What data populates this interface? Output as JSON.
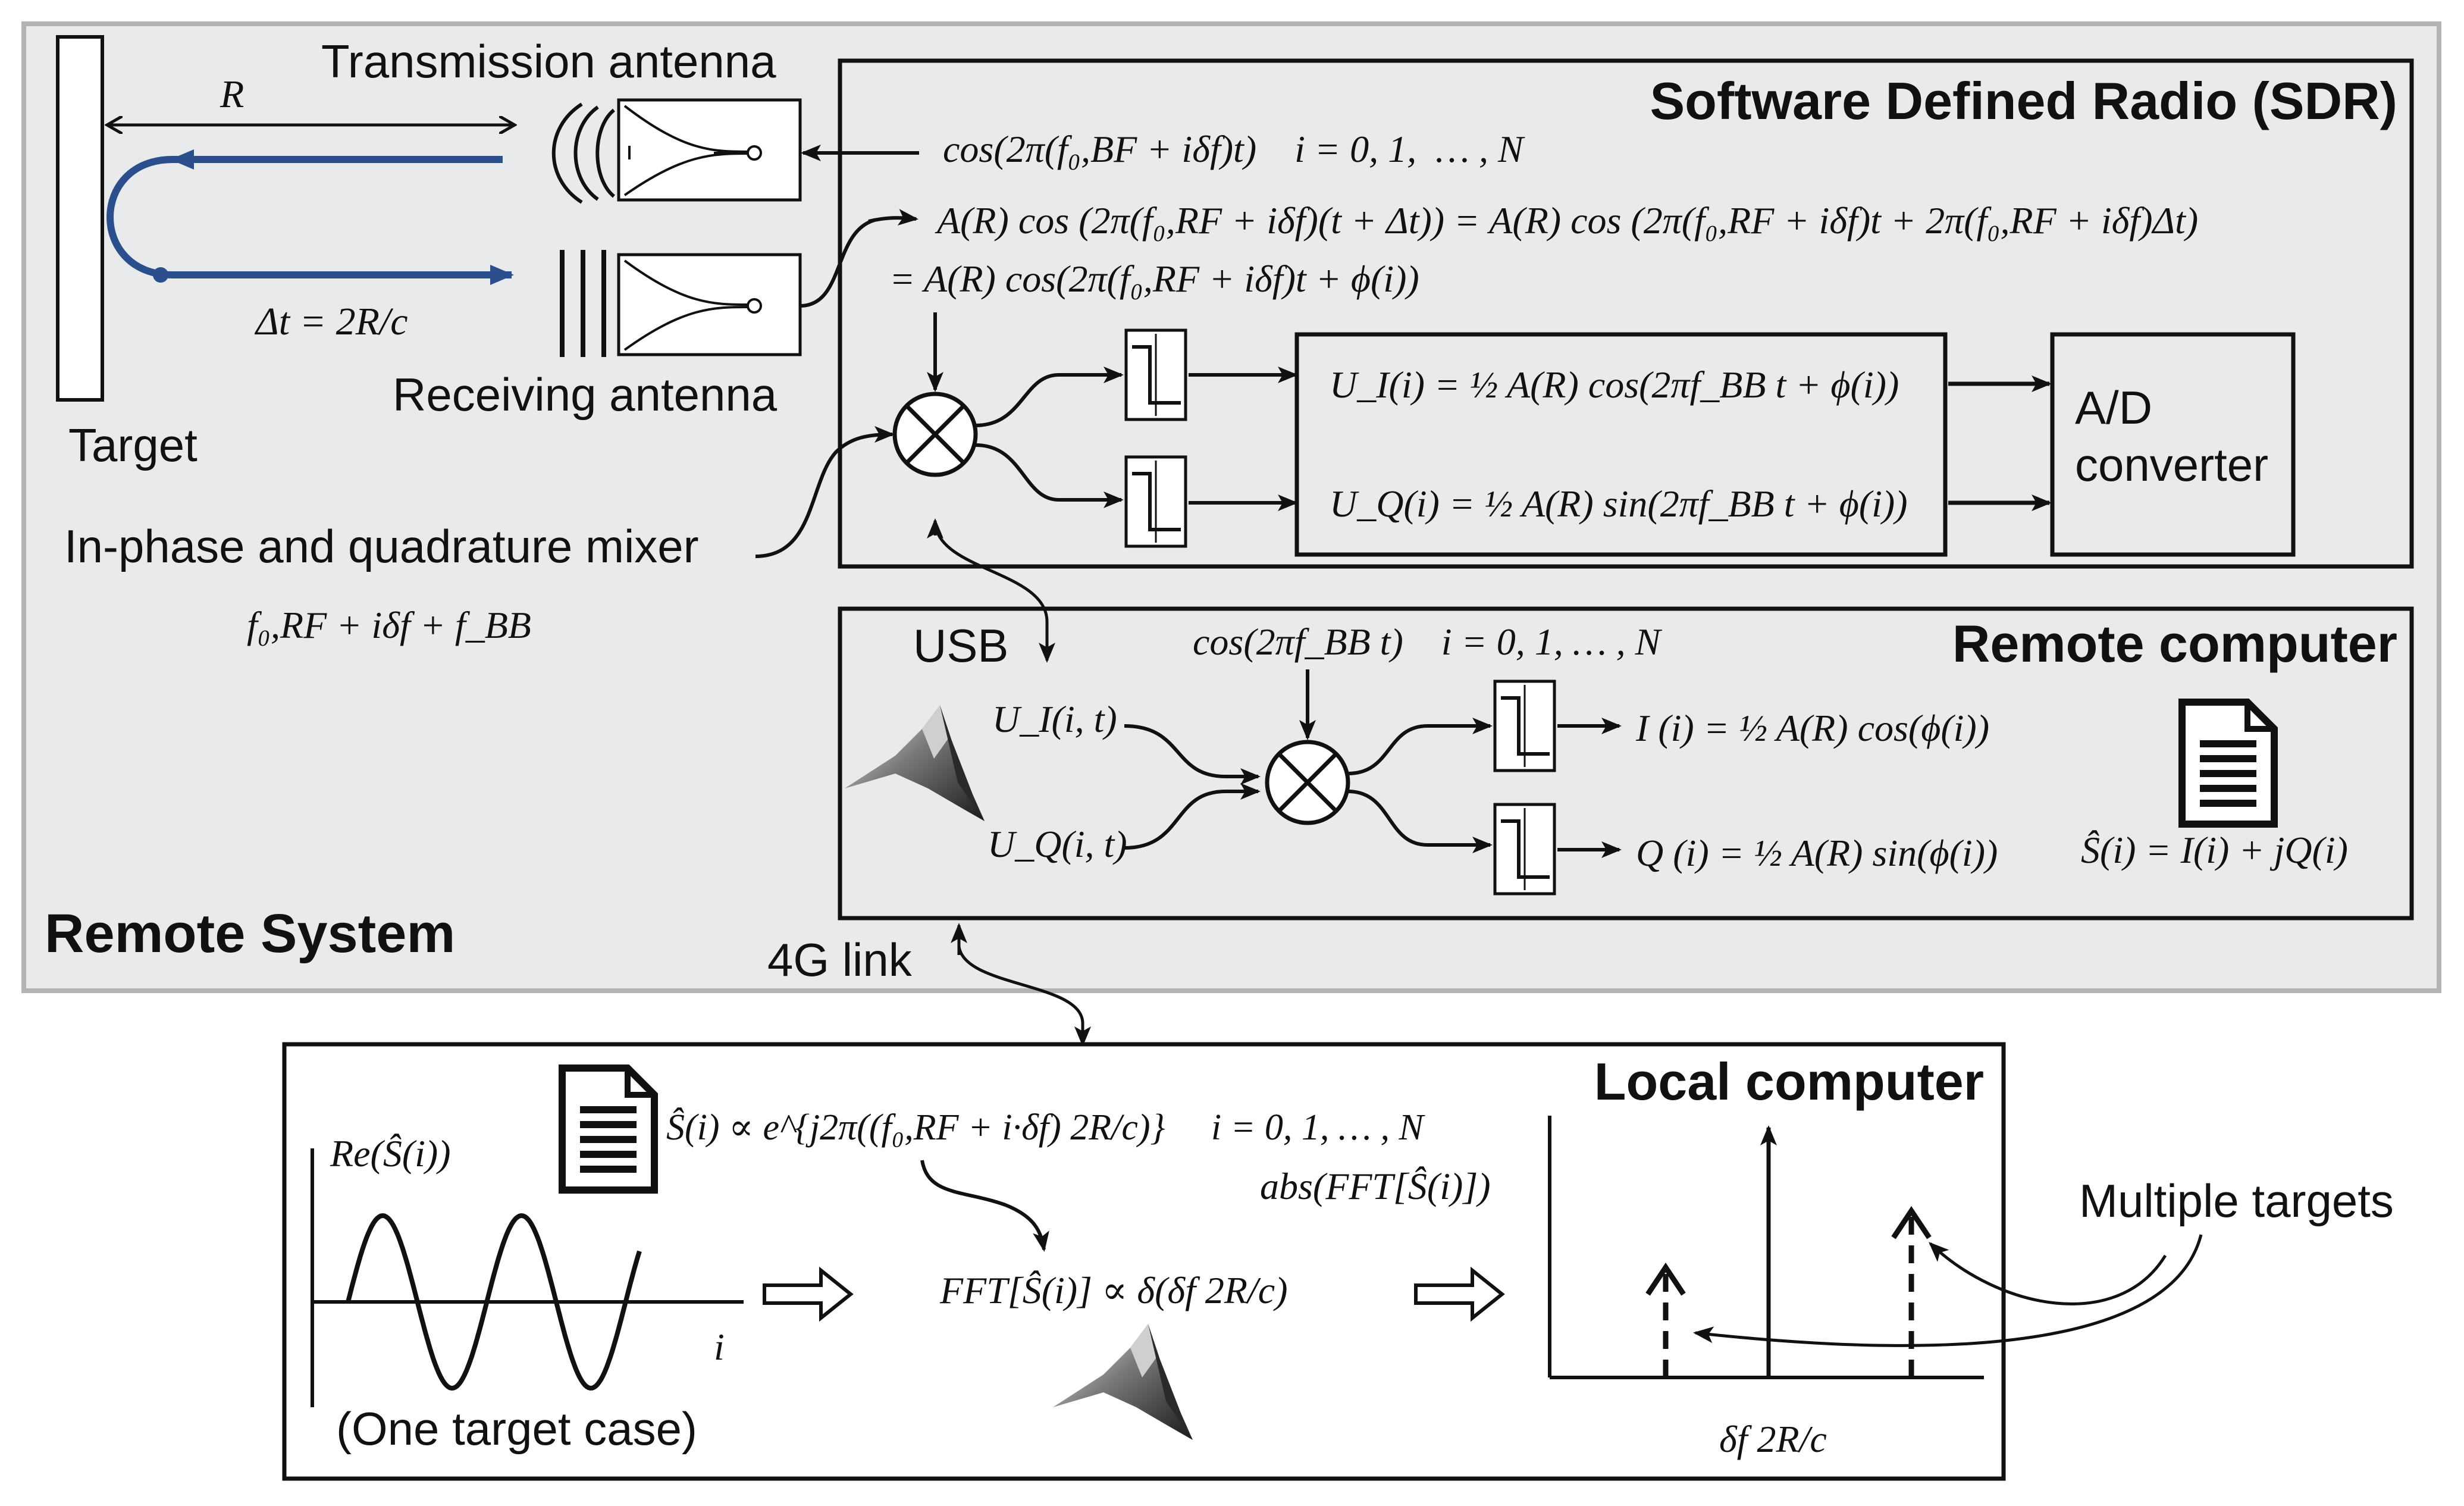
{
  "colors": {
    "remote_bg": "#e9eaec",
    "remote_border": "#b3b3b3",
    "box_border": "#111111",
    "wave_arrow": "#2b4f8c",
    "text": "#111111",
    "white": "#ffffff"
  },
  "icons": {
    "matlab": "matlab-peaks-icon",
    "document": "document-icon",
    "mixer": "mixer-cross-icon",
    "filter": "lowpass-filter-icon",
    "hollow_arrow": "hollow-arrow-icon"
  },
  "remote_system": {
    "label": "Remote System",
    "target_label": "Target",
    "R_label": "R",
    "delta_t_label": "Δt = 2R/c",
    "tx_antenna_label": "Transmission antenna",
    "rx_antenna_label": "Receiving antenna",
    "mixer_label": "In-phase and quadrature mixer",
    "lo_freq_label": "f₀,RF + iδf + f_BB",
    "link_label": "4G link"
  },
  "sdr": {
    "title": "Software Defined Radio (SDR)",
    "tx_signal": "cos(2π(f₀,BF + iδf)t)    i = 0, 1,  … , N",
    "rx_eq_line1": "A(R) cos (2π(f₀,RF + iδf)(t + Δt)) = A(R) cos (2π(f₀,RF + iδf)t + 2π(f₀,RF + iδf)Δt)",
    "rx_eq_line2": "= A(R) cos(2π(f₀,RF + iδf)t + ϕ(i))",
    "ui_eq": "U_I(i) = ½ A(R) cos(2πf_BB t + ϕ(i))",
    "uq_eq": "U_Q(i) = ½ A(R) sin(2πf_BB t + ϕ(i))",
    "adc_line1": "A/D",
    "adc_line2": "converter"
  },
  "remote_computer": {
    "title": "Remote computer",
    "usb_label": "USB",
    "lo_signal": "cos(2πf_BB t)    i = 0, 1, … , N",
    "ui_input": "U_I(i, t)",
    "uq_input": "U_Q(i, t)",
    "i_eq": "I (i) = ½ A(R) cos(ϕ(i))",
    "q_eq": "Q (i) = ½ A(R) sin(ϕ(i))",
    "s_eq": "Ŝ(i) = I(i) + jQ(i)"
  },
  "local_computer": {
    "title": "Local computer",
    "s_prop": "Ŝ(i) ∝ e^{j2π((f₀,RF + i·δf) 2R/c)}     i = 0, 1, … , N",
    "re_label": "Re(Ŝ(i))",
    "i_axis_label": "i",
    "one_target_label": "(One target case)",
    "fft_eq": "FFT[Ŝ(i)] ∝ δ(δf 2R/c)",
    "abs_fft_label": "abs(FFT[Ŝ(i)])",
    "multiple_targets_label": "Multiple targets",
    "peak_label": "δf 2R/c"
  }
}
